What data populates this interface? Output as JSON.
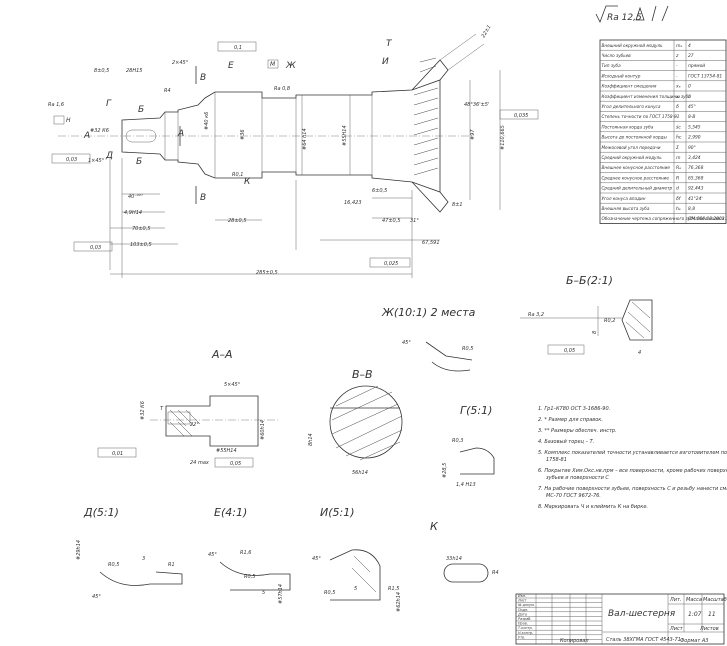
{
  "roughness": "Ra 12,5",
  "params_table": [
    {
      "name": "Внешний окружной модуль",
      "sym": "mₑ",
      "val": "4"
    },
    {
      "name": "Число зубьев",
      "sym": "z",
      "val": "27"
    },
    {
      "name": "Тип зуба",
      "sym": "-",
      "val": "прямой"
    },
    {
      "name": "Исходный контур",
      "sym": "-",
      "val": "ГОСТ 13754-81"
    },
    {
      "name": "Коэффициент смещения",
      "sym": "xₑ",
      "val": "0"
    },
    {
      "name": "Коэффициент изменения толщины зуба",
      "sym": "xₜ",
      "val": "0"
    },
    {
      "name": "Угол делительного конуса",
      "sym": "δ",
      "val": "45°"
    },
    {
      "name": "Степень точности по ГОСТ 1758-81",
      "sym": "-",
      "val": "8-В"
    },
    {
      "name": "Постоянная хорда зуба",
      "sym": "s̄c",
      "val": "5,545"
    },
    {
      "name": "Высота до постоянной хорды",
      "sym": "h̄c",
      "val": "2,990"
    },
    {
      "name": "Межосевой угол передачи",
      "sym": "Σ",
      "val": "90°"
    },
    {
      "name": "Средний окружной модуль",
      "sym": "m",
      "val": "3,424"
    },
    {
      "name": "Внешнее конусное расстояние",
      "sym": "Rₑ",
      "val": "76,368"
    },
    {
      "name": "Среднее конусное расстояние",
      "sym": "R",
      "val": "65,368"
    },
    {
      "name": "Средний делительный диаметр",
      "sym": "d",
      "val": "92,443"
    },
    {
      "name": "Угол конуса впадин",
      "sym": "δf",
      "val": "41°24'"
    },
    {
      "name": "Внешняя высота зуба",
      "sym": "hₑ",
      "val": "8,8"
    },
    {
      "name": "Обозначение чертежа сопряженного зубчатого колеса",
      "sym": "-",
      "val": "ОМ.666.00.2003.10"
    }
  ],
  "labels": {
    "g": "Г",
    "b": "Б",
    "a": "А",
    "d": "Д",
    "v": "В",
    "e": "Е",
    "zh": "Ж",
    "k": "К",
    "i": "И",
    "t": "Т",
    "h": "H",
    "m": "M"
  },
  "dims": {
    "d_8": "8±0,5",
    "d_28": "28Н15",
    "d_r4": "R4",
    "d_245": "2×45°",
    "d_32": "#32 К6",
    "d_145": "1×45°",
    "d_40": "40⁻⁰⁰⁷",
    "d_49": "4,9Н14",
    "d_70": "70±0,5",
    "d_103": "103±0,5",
    "d_285": "285±0,5",
    "d_28b": "28±0,5",
    "d_40k6": "#40 к6",
    "d_36": "#36",
    "d_r01": "R0,1",
    "d_64": "#64 h14",
    "d_55": "#55Н14",
    "d_6": "6±0,5",
    "d_16": "16,423",
    "d_47": "47±0,5",
    "d_31": "31°",
    "d_8_1": "8±1",
    "d_67": "67,591",
    "d_97": "#97",
    "d_110": "#110,665",
    "d_48": "48°36'±5'",
    "d_22": "22±1",
    "tol_01": "0,1",
    "tol_003": "0,03",
    "tol_0035": "0,035",
    "tol_0025": "0,025",
    "tol_003b": "0,03",
    "ra16": "Ra 1,6",
    "ra08": "Ra 0,8"
  },
  "section_titles": {
    "zh": "Ж(10:1) 2 места",
    "bb": "Б–Б(2:1)",
    "aa": "А–А",
    "vv": "В–В",
    "g": "Г(5:1)",
    "d": "Д(5:1)",
    "e": "Е(4:1)",
    "i": "И(5:1)",
    "k": "К"
  },
  "section_dims": {
    "r05": "R0,5",
    "r02": "R0,2",
    "r03": "R0,3",
    "r1": "R1",
    "r16": "R1,6",
    "r15": "R1,5",
    "r4": "R4",
    "d45": "45°",
    "d22": "22°",
    "d5": "5",
    "d3": "3",
    "d8": "8",
    "d4": "4",
    "d1": "1",
    "d24": "24 max",
    "d56": "56h14",
    "d8h": "8h14",
    "d14": "1,4 Н13",
    "d28": "#28,5",
    "d33": "33h14",
    "d29": "#29h14",
    "d57": "#57h14",
    "d60": "#60h14",
    "d62": "#62h14",
    "d5_45": "5×45°",
    "ra32": "Ra 3,2",
    "tol005": "0,05",
    "tol001": "0,01",
    "tol005b": "0,05"
  },
  "notes": [
    "1. Гр1–К780 ОСТ 3-1686-90.",
    "2. * Размер для справок.",
    "3. ** Размеры обеспеч. инстр.",
    "4. Базовый торец – Т.",
    "5. Комплекс показателей точности устанавливается изготовителем по ГОСТ 1758-81",
    "6. Покрытие Хим.Окс.нв.прм – все поверхности, кроме рабочих поверхностей зубьев и поверхности С",
    "7. На рабочие поверхности зубьев, поверхность С и резьбу нанести смазку МС-70 ГОСТ 9672-76.",
    "8. Маркировать Ч и клеймить К на бирке."
  ],
  "title_block": {
    "name": "Вал-шестерня",
    "material": "Сталь 38ХГМА ГОСТ 4543-71",
    "sheet": "1:07",
    "mass": "11",
    "sheets": "Листов",
    "lit": "Лит.",
    "mass_h": "Масса",
    "scale_h": "Масштаб",
    "sheet_lbl": "Лист",
    "rows": [
      "Изм.",
      "Лист",
      "№ докум.",
      "Подп.",
      "Дата",
      "Разраб.",
      "Пров.",
      "Т.контр.",
      "Н.контр.",
      "Утв."
    ],
    "copied": "Копировал",
    "format": "Формат А3"
  }
}
